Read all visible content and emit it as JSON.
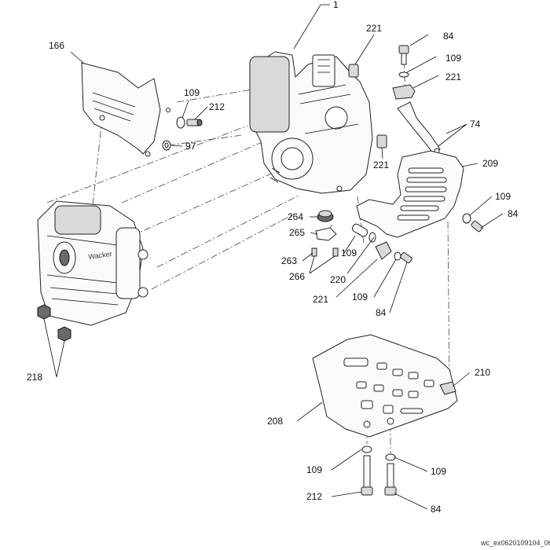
{
  "callouts": {
    "c1": "1",
    "c221_top": "221",
    "c84_top": "84",
    "c166": "166",
    "c109_top": "109",
    "c221_right": "221",
    "c109_upper": "109",
    "c212_upper": "212",
    "c74": "74",
    "c97": "97",
    "c221_mid": "221",
    "c209": "209",
    "c264": "264",
    "c109_right": "109",
    "c84_right": "84",
    "c265": "265",
    "c109_center": "109",
    "c263": "263",
    "c266": "266",
    "c220": "220",
    "c221_bottom": "221",
    "c109_bottom": "109",
    "c84_center": "84",
    "c218": "218",
    "c210": "210",
    "c208": "208",
    "c109_low_left": "109",
    "c109_low_right": "109",
    "c212_low": "212",
    "c84_low": "84"
  },
  "engine_logo": "Wacker",
  "drawing_code": "wc_ex0620109104_06"
}
